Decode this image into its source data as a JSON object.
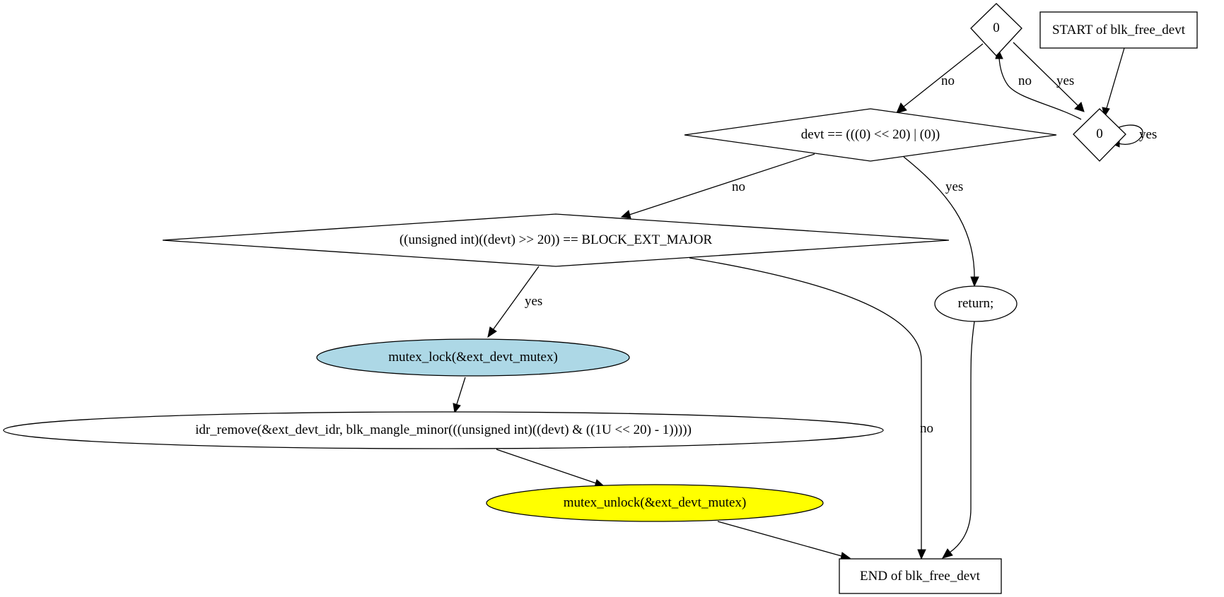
{
  "title": "",
  "nodes": {
    "start": {
      "label": "START of blk_free_devt",
      "shape": "box"
    },
    "cond_top": {
      "label": "0",
      "shape": "diamond"
    },
    "cond_loop": {
      "label": "0",
      "shape": "diamond"
    },
    "cond_devt": {
      "label": "devt == (((0) << 20) | (0))",
      "shape": "diamond"
    },
    "cond_major": {
      "label": "((unsigned int)((devt) >> 20)) == BLOCK_EXT_MAJOR",
      "shape": "diamond"
    },
    "return_stmt": {
      "label": "return;",
      "shape": "ellipse"
    },
    "mutex_lock": {
      "label": "mutex_lock(&ext_devt_mutex)",
      "shape": "ellipse",
      "fill": "#add8e6"
    },
    "idr_remove": {
      "label": "idr_remove(&ext_devt_idr, blk_mangle_minor(((unsigned int)((devt) & ((1U << 20) - 1)))))",
      "shape": "ellipse"
    },
    "mutex_unlock": {
      "label": "mutex_unlock(&ext_devt_mutex)",
      "shape": "ellipse",
      "fill": "#ffff00"
    },
    "end": {
      "label": "END of blk_free_devt",
      "shape": "box"
    }
  },
  "edges": {
    "top_to_devt": {
      "label": "no"
    },
    "top_to_loop": {
      "label": "yes"
    },
    "loop_to_top": {
      "label": "no"
    },
    "loop_self": {
      "label": "yes"
    },
    "devt_to_major": {
      "label": "no"
    },
    "devt_to_return": {
      "label": "yes"
    },
    "major_to_lock": {
      "label": "yes"
    },
    "major_to_end": {
      "label": "no"
    }
  },
  "colors": {
    "mutex_lock_fill": "#add8e6",
    "mutex_unlock_fill": "#ffff00",
    "default_fill": "#ffffff",
    "stroke": "#000000"
  }
}
